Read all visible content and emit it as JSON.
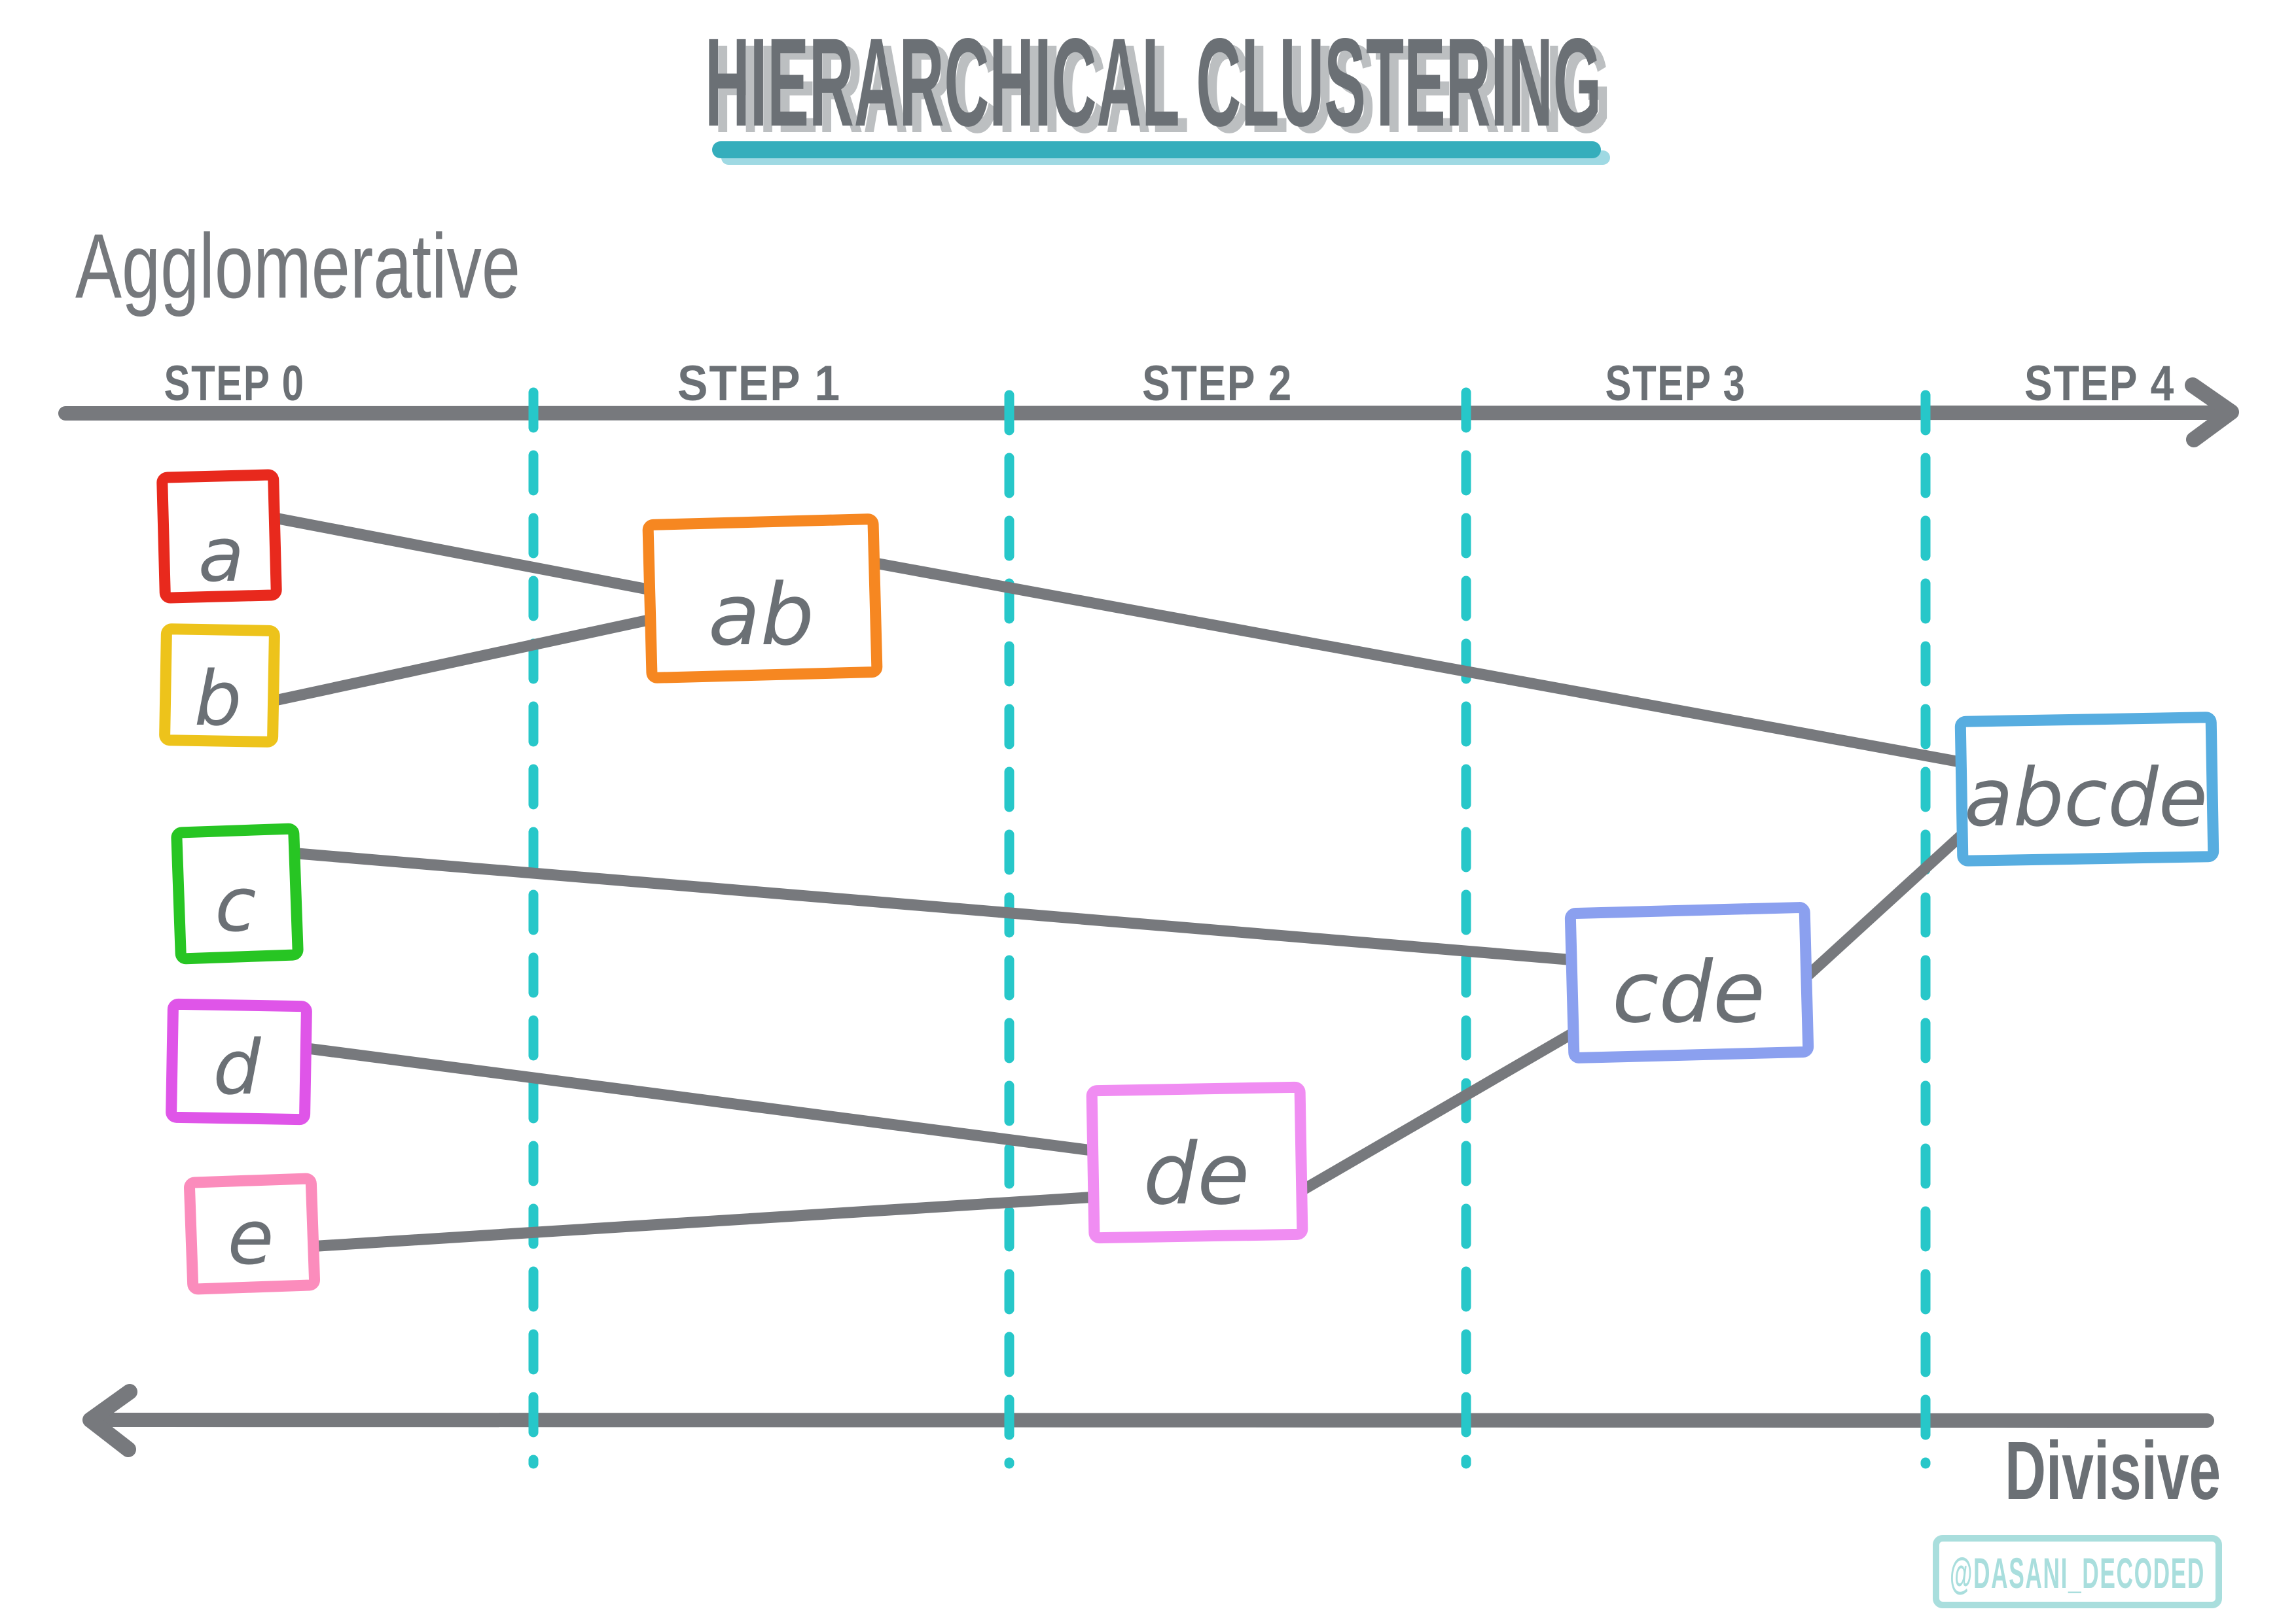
{
  "title": {
    "text": "HIERARCHICAL CLUSTERING"
  },
  "method_labels": {
    "top": "Agglomerative",
    "bottom": "Divisive"
  },
  "timeline": {
    "steps": [
      {
        "label": "STEP 0"
      },
      {
        "label": "STEP 1"
      },
      {
        "label": "STEP 2"
      },
      {
        "label": "STEP 3"
      },
      {
        "label": "STEP 4"
      }
    ]
  },
  "nodes": {
    "a": {
      "label": "a",
      "color": "#e8291d"
    },
    "b": {
      "label": "b",
      "color": "#edc31b"
    },
    "c": {
      "label": "c",
      "color": "#27c523"
    },
    "d": {
      "label": "d",
      "color": "#df55e8"
    },
    "e": {
      "label": "e",
      "color": "#fb8cbc"
    },
    "ab": {
      "label": "ab",
      "color": "#f68721"
    },
    "de": {
      "label": "de",
      "color": "#f08df2"
    },
    "cde": {
      "label": "cde",
      "color": "#8ba0ef"
    },
    "abcde": {
      "label": "abcde",
      "color": "#57ade0"
    }
  },
  "edges": [
    {
      "from": "a",
      "to": "ab"
    },
    {
      "from": "b",
      "to": "ab"
    },
    {
      "from": "ab",
      "to": "abcde"
    },
    {
      "from": "c",
      "to": "cde"
    },
    {
      "from": "d",
      "to": "de"
    },
    {
      "from": "e",
      "to": "de"
    },
    {
      "from": "de",
      "to": "cde"
    },
    {
      "from": "cde",
      "to": "abcde"
    }
  ],
  "watermark": {
    "text": "@DASANI_DECODED"
  },
  "colors": {
    "ink": "#6b7075",
    "ink_light": "#75787c",
    "title_shadow": "#bcbfc1",
    "underline": "#35aebc",
    "underline_shadow": "#9fd9e3",
    "axis": "#77797d",
    "edge": "#77797d",
    "divider": "#27c7c9",
    "watermark": "#a9dedd"
  }
}
